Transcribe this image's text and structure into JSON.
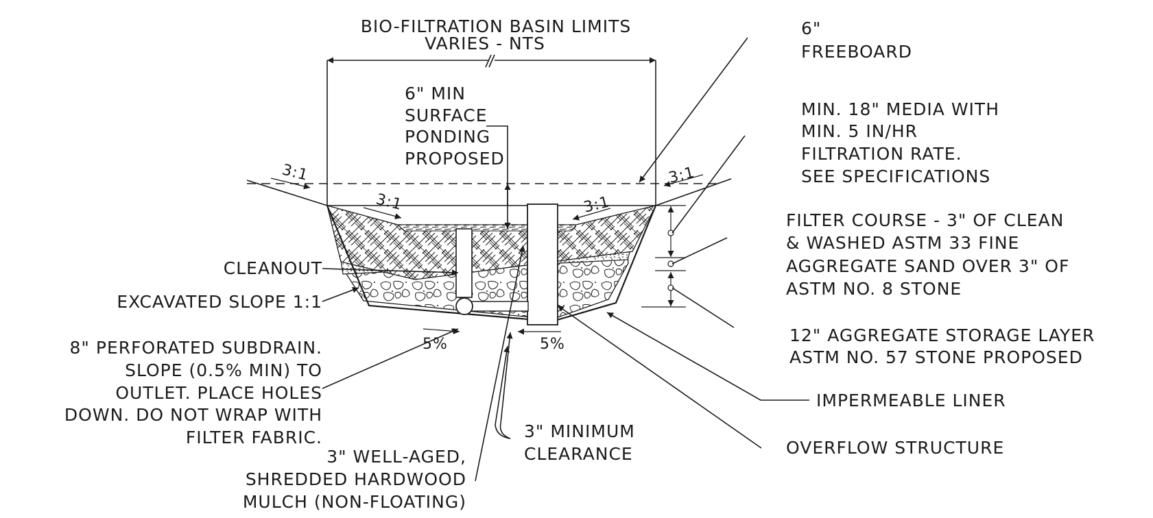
{
  "labels": {
    "basin_limits_1": "BIO-FILTRATION BASIN LIMITS",
    "basin_limits_2": "VARIES - NTS",
    "freeboard_1": "6\"",
    "freeboard_2": "FREEBOARD",
    "ponding_1": "6\" MIN",
    "ponding_2": "SURFACE",
    "ponding_3": "PONDING",
    "ponding_4": "PROPOSED",
    "media_1": "MIN. 18\" MEDIA WITH",
    "media_2": "MIN. 5 IN/HR",
    "media_3": "FILTRATION RATE.",
    "media_4": "SEE SPECIFICATIONS",
    "filter_1": "FILTER COURSE - 3\" OF CLEAN",
    "filter_2": "& WASHED ASTM 33 FINE",
    "filter_3": "AGGREGATE SAND OVER 3\" OF",
    "filter_4": "ASTM NO. 8 STONE",
    "storage_1": "12\" AGGREGATE STORAGE LAYER",
    "storage_2": "ASTM NO. 57 STONE PROPOSED",
    "liner": "IMPERMEABLE LINER",
    "overflow": "OVERFLOW STRUCTURE",
    "cleanout": "CLEANOUT",
    "excavated": "EXCAVATED SLOPE 1:1",
    "subdrain_1": "8\" PERFORATED SUBDRAIN.",
    "subdrain_2": "SLOPE (0.5% MIN) TO",
    "subdrain_3": "OUTLET. PLACE HOLES",
    "subdrain_4": "DOWN. DO NOT WRAP WITH",
    "subdrain_5": "FILTER FABRIC.",
    "mulch_1": "3\" WELL-AGED,",
    "mulch_2": "SHREDDED HARDWOOD",
    "mulch_3": "MULCH (NON-FLOATING)",
    "clearance_1": "3\" MINIMUM",
    "clearance_2": "CLEARANCE",
    "slope_outer_left": "3:1",
    "slope_outer_right": "3:1",
    "slope_inner_left": "3:1",
    "slope_inner_right": "3:1",
    "grade_left": "5%",
    "grade_right": "5%"
  },
  "colors": {
    "ink": "#1a1a1a",
    "background": "#ffffff"
  }
}
